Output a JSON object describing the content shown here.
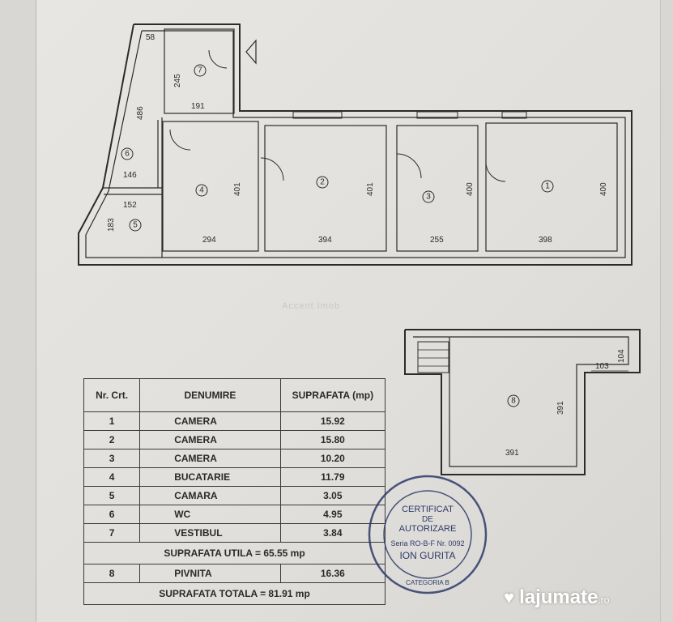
{
  "plan": {
    "rooms": [
      {
        "num": "1"
      },
      {
        "num": "2"
      },
      {
        "num": "3"
      },
      {
        "num": "4"
      },
      {
        "num": "5"
      },
      {
        "num": "6"
      },
      {
        "num": "7"
      },
      {
        "num": "8"
      }
    ],
    "dims": {
      "d58": "58",
      "d245": "245",
      "d191": "191",
      "d486": "486",
      "d146": "146",
      "d152": "152",
      "d183": "183",
      "d401a": "401",
      "d401b": "401",
      "d400a": "400",
      "d400b": "400",
      "d294": "294",
      "d394": "394",
      "d255": "255",
      "d398": "398",
      "d391h": "391",
      "d391v": "391",
      "d103": "103",
      "d104": "104"
    }
  },
  "watermark": "Accent Imob",
  "table": {
    "headers": [
      "Nr. Crt.",
      "DENUMIRE",
      "SUPRAFATA (mp)"
    ],
    "rows": [
      {
        "nr": "1",
        "name": "CAMERA",
        "area": "15.92"
      },
      {
        "nr": "2",
        "name": "CAMERA",
        "area": "15.80"
      },
      {
        "nr": "3",
        "name": "CAMERA",
        "area": "10.20"
      },
      {
        "nr": "4",
        "name": "BUCATARIE",
        "area": "11.79"
      },
      {
        "nr": "5",
        "name": "CAMARA",
        "area": "3.05"
      },
      {
        "nr": "6",
        "name": "WC",
        "area": "4.95"
      },
      {
        "nr": "7",
        "name": "VESTIBUL",
        "area": "3.84"
      }
    ],
    "utila": "SUPRAFATA UTILA = 65.55 mp",
    "row8": {
      "nr": "8",
      "name": "PIVNITA",
      "area": "16.36"
    },
    "totala": "SUPRAFATA TOTALA = 81.91 mp"
  },
  "stamp": {
    "line1": "CERTIFICAT",
    "line2": "DE",
    "line3": "AUTORIZARE",
    "line4": "Seria RO-B-F Nr. 0092",
    "line5": "ION GURITA",
    "ring": "CATEGORIA B"
  },
  "brand": {
    "name": "lajumate",
    "tld": ".ro"
  }
}
